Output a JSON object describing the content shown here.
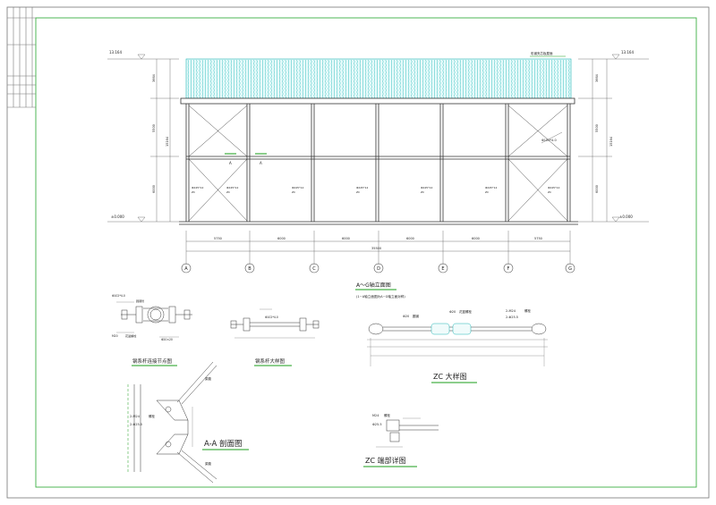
{
  "elevation": {
    "title": "A～G轴立面图",
    "subtitle": "(1~A轴立面图为A~G轴立面对称)",
    "roof_note": "彩钢夹芯板屋面",
    "level_top": "13.164",
    "level_zero": "±0.000",
    "dims_left": [
      "3664",
      "5500",
      "6000"
    ],
    "dim_total": "15164",
    "member_label": "Φ102*4.0",
    "section_mark": "A",
    "brace_label": "ZC",
    "column_label": "Φ245*12",
    "bay_dims": [
      "5750",
      "6000",
      "6000",
      "6000",
      "6000",
      "5750"
    ],
    "overall_dim": "35500",
    "axes": [
      "A",
      "B",
      "C",
      "D",
      "E",
      "F",
      "G"
    ]
  },
  "details": {
    "node_title": "钢系杆连接节点图",
    "node_notes": [
      "Φ102*4.0",
      "圆钢管",
      "M20",
      "花篮螺栓",
      "Φ20×20"
    ],
    "tie_title": "钢系杆大样图",
    "tie_notes": [
      "Φ102*4.0"
    ],
    "zc_title": "ZC 大样图",
    "zc_notes": [
      "Φ20",
      "圆钢",
      "Φ20",
      "花篮螺栓",
      "2-M24",
      "螺栓",
      "2-Φ25.5"
    ],
    "section_title": "A-A 剖面图",
    "section_notes": [
      "梁腹",
      "梁腹",
      "2-M24",
      "螺栓",
      "2-Φ25.5"
    ],
    "end_title": "ZC 端部详图",
    "end_notes": [
      "M24",
      "螺栓",
      "Φ25.5"
    ]
  }
}
